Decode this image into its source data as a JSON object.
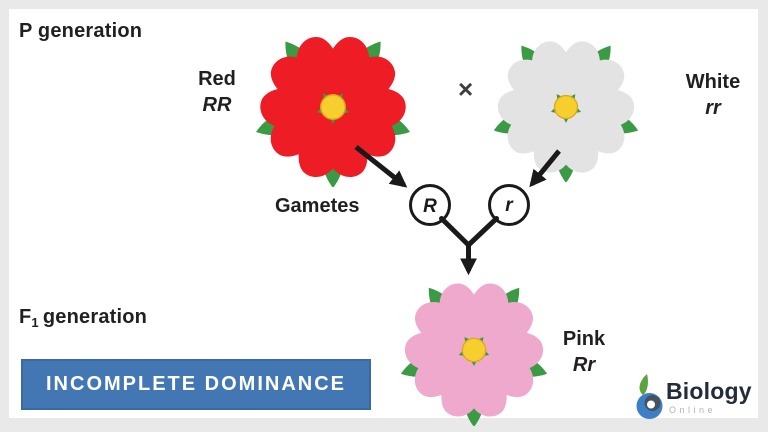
{
  "titles": {
    "p_generation": "P generation",
    "f1_f": "F",
    "f1_sub": "1",
    "f1_rest": "generation",
    "gametes_label": "Gametes",
    "cross_symbol": "×"
  },
  "parents": {
    "red": {
      "phenotype": "Red",
      "genotype": "RR"
    },
    "white": {
      "phenotype": "White",
      "genotype": "rr"
    }
  },
  "gametes": {
    "from_red": "R",
    "from_white": "r"
  },
  "offspring": {
    "phenotype": "Pink",
    "genotype": "Rr"
  },
  "banner": "INCOMPLETE DOMINANCE",
  "logo": {
    "brand": "Biology",
    "sub": "Online"
  },
  "colors": {
    "red_petal": "#ee1c25",
    "white_petal": "#e3e3e3",
    "pink_petal": "#efa9cd",
    "leaf_green": "#3b9b45",
    "center_yellow": "#f6cf2f",
    "center_ring": "#dca81c",
    "banner_blue": "#4377b3",
    "arrow_black": "#1a1a1a",
    "logo_blue": "#3c7fc4",
    "logo_green": "#5fa33e",
    "logo_dark": "#48525c"
  }
}
